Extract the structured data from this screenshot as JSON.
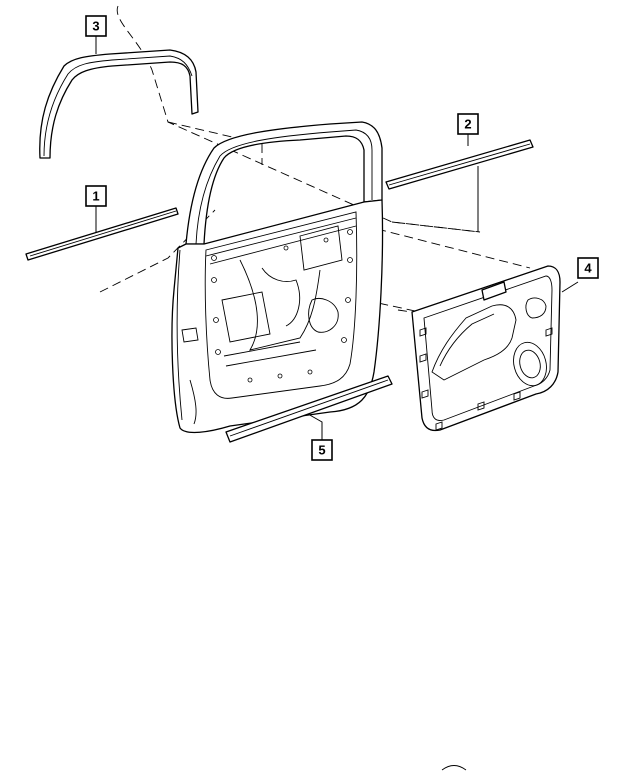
{
  "callouts": [
    {
      "id": "callout-1",
      "label": "1"
    },
    {
      "id": "callout-2",
      "label": "2"
    },
    {
      "id": "callout-3",
      "label": "3"
    },
    {
      "id": "callout-4",
      "label": "4"
    },
    {
      "id": "callout-5",
      "label": "5"
    }
  ],
  "colors": {
    "line": "#000000",
    "background": "#ffffff"
  }
}
